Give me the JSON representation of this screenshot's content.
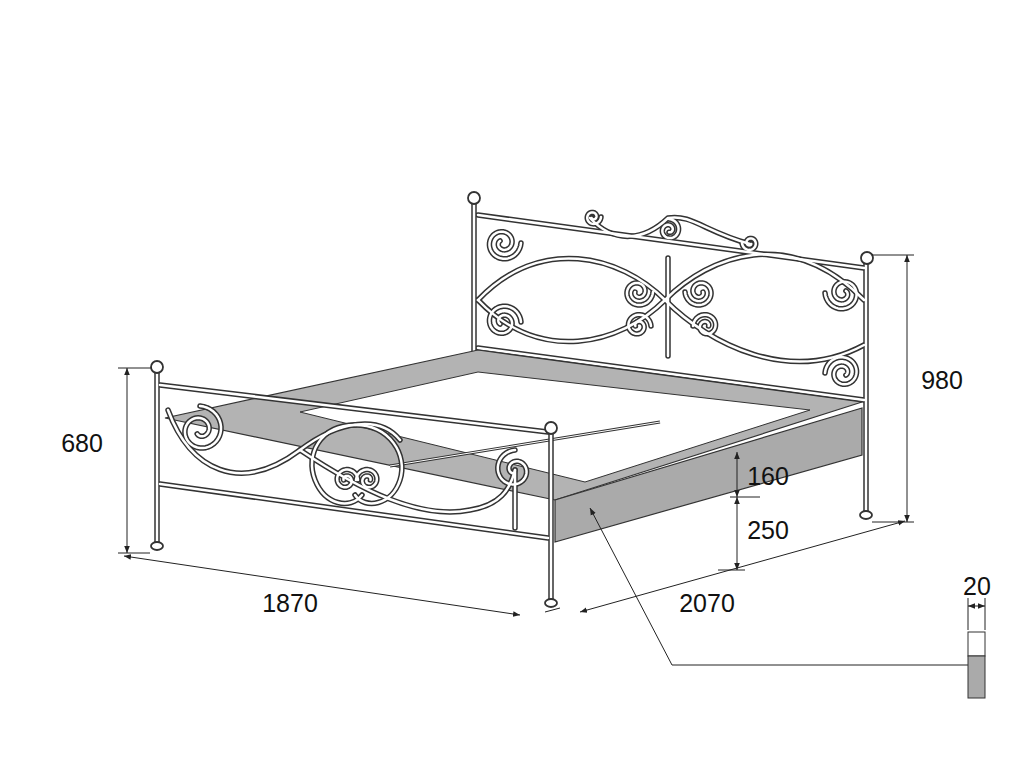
{
  "diagram": {
    "labels": [
      "980",
      "680",
      "160",
      "250",
      "1870",
      "2070",
      "20"
    ]
  }
}
